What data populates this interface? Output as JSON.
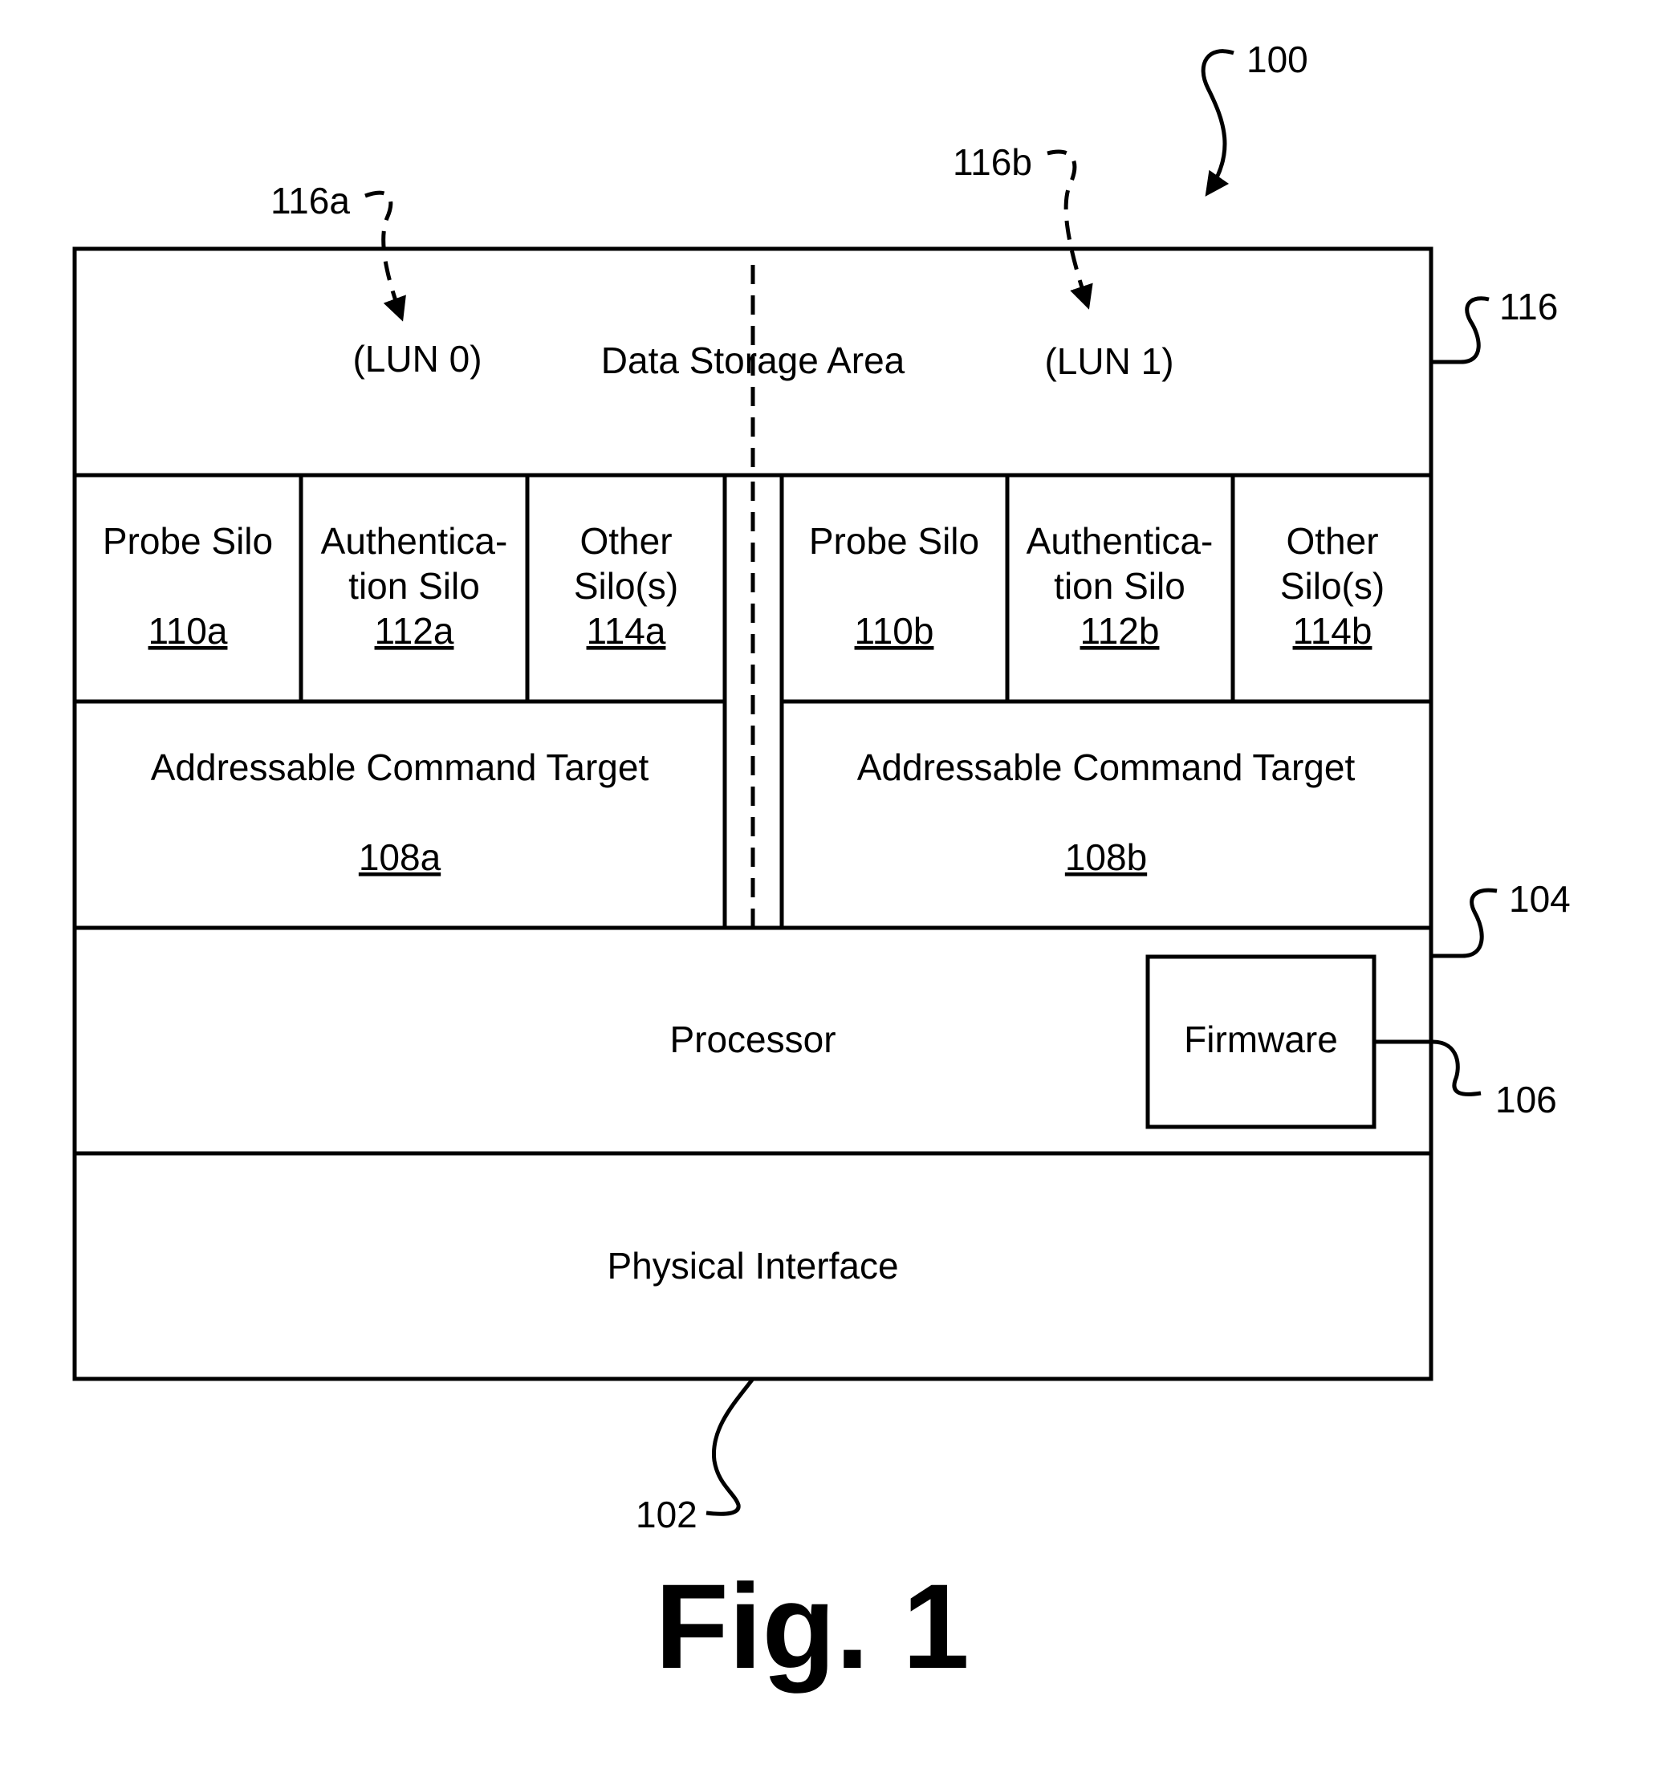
{
  "figure": {
    "caption": "Fig. 1",
    "refs": {
      "r100": "100",
      "r116a": "116a",
      "r116b": "116b",
      "r116": "116",
      "r104": "104",
      "r106": "106",
      "r102": "102"
    },
    "storage": {
      "title": "Data Storage Area",
      "lun0": "(LUN 0)",
      "lun1": "(LUN 1)"
    },
    "left": {
      "probe": {
        "line1": "Probe Silo",
        "num": "110a"
      },
      "auth": {
        "line1": "Authentica-",
        "line2": "tion Silo",
        "num": "112a"
      },
      "other": {
        "line1": "Other",
        "line2": "Silo(s)",
        "num": "114a"
      },
      "act": {
        "label": "Addressable Command Target",
        "num": "108a"
      }
    },
    "right": {
      "probe": {
        "line1": "Probe Silo",
        "num": "110b"
      },
      "auth": {
        "line1": "Authentica-",
        "line2": "tion Silo",
        "num": "112b"
      },
      "other": {
        "line1": "Other",
        "line2": "Silo(s)",
        "num": "114b"
      },
      "act": {
        "label": "Addressable Command Target",
        "num": "108b"
      }
    },
    "processor": "Processor",
    "firmware": "Firmware",
    "physical_interface": "Physical Interface"
  }
}
